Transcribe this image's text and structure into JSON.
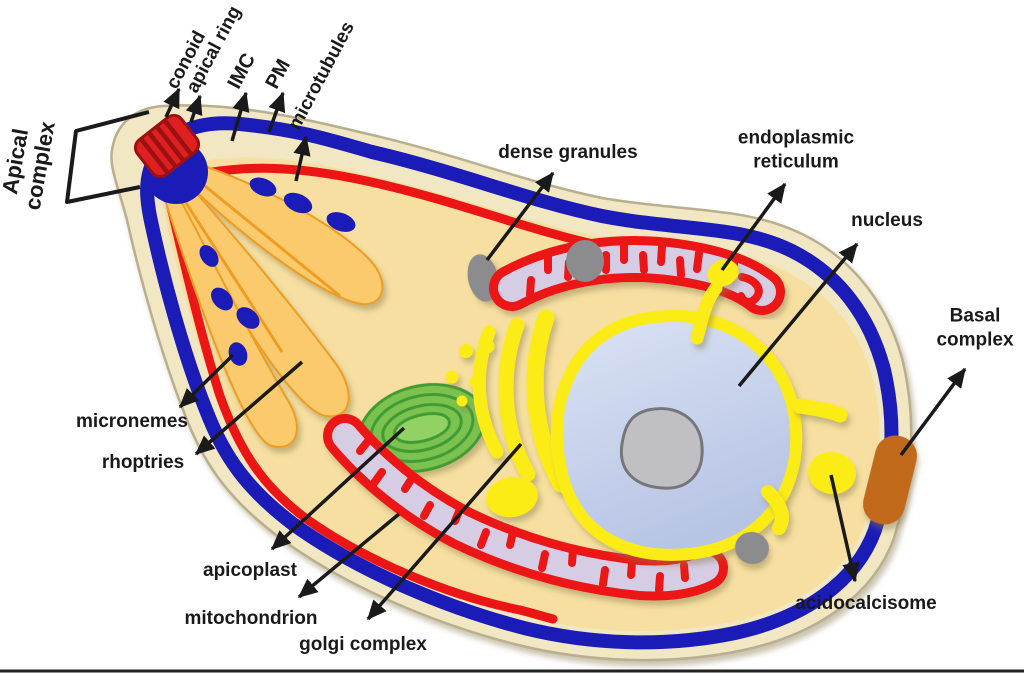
{
  "diagram": {
    "labels": {
      "apical_complex": "Apical complex",
      "conoid": "conoid",
      "apical_ring": "apical ring",
      "imc": "IMC",
      "pm": "PM",
      "microtubules": "microtubules",
      "dense_granules": "dense granules",
      "endoplasmic_reticulum": "endoplasmic reticulum",
      "nucleus": "nucleus",
      "basal_complex": "Basal complex",
      "micronemes": "micronemes",
      "rhoptries": "rhoptries",
      "apicoplast": "apicoplast",
      "mitochondrion": "mitochondrion",
      "golgi_complex": "golgi complex",
      "acidocalcisome": "acidocalcisome"
    },
    "colors": {
      "background": "#ffffff",
      "label": "#1a1a1a",
      "cell-fill": "#f2e7c3",
      "cell-outline": "#b9ae8e",
      "cytoplasm": "#f6dfa0",
      "membrane-blue": "#1b1bb8",
      "membrane-red": "#ec1515",
      "conoid-red": "#de2020",
      "conoid-dark": "#9b1013",
      "rhoptry-fill": "#fbca6d",
      "rhoptry-stroke": "#ef9d20",
      "organelle-yellow": "#fcec15",
      "nucleus-light": "#dbe3f4",
      "nucleus-dark": "#b7c4e4",
      "nucleolus-gray": "#c0c0c4",
      "nucleolus-stroke": "#76767a",
      "granule-gray": "#8c8c8e",
      "mito-lumen": "#d6cce3",
      "apicoplast-green": "#7cc24f",
      "apicoplast-dark": "#3f9b36",
      "apicoplast-light": "#92d264",
      "basal-brown": "#c16a1e",
      "divider": "#222222"
    }
  }
}
